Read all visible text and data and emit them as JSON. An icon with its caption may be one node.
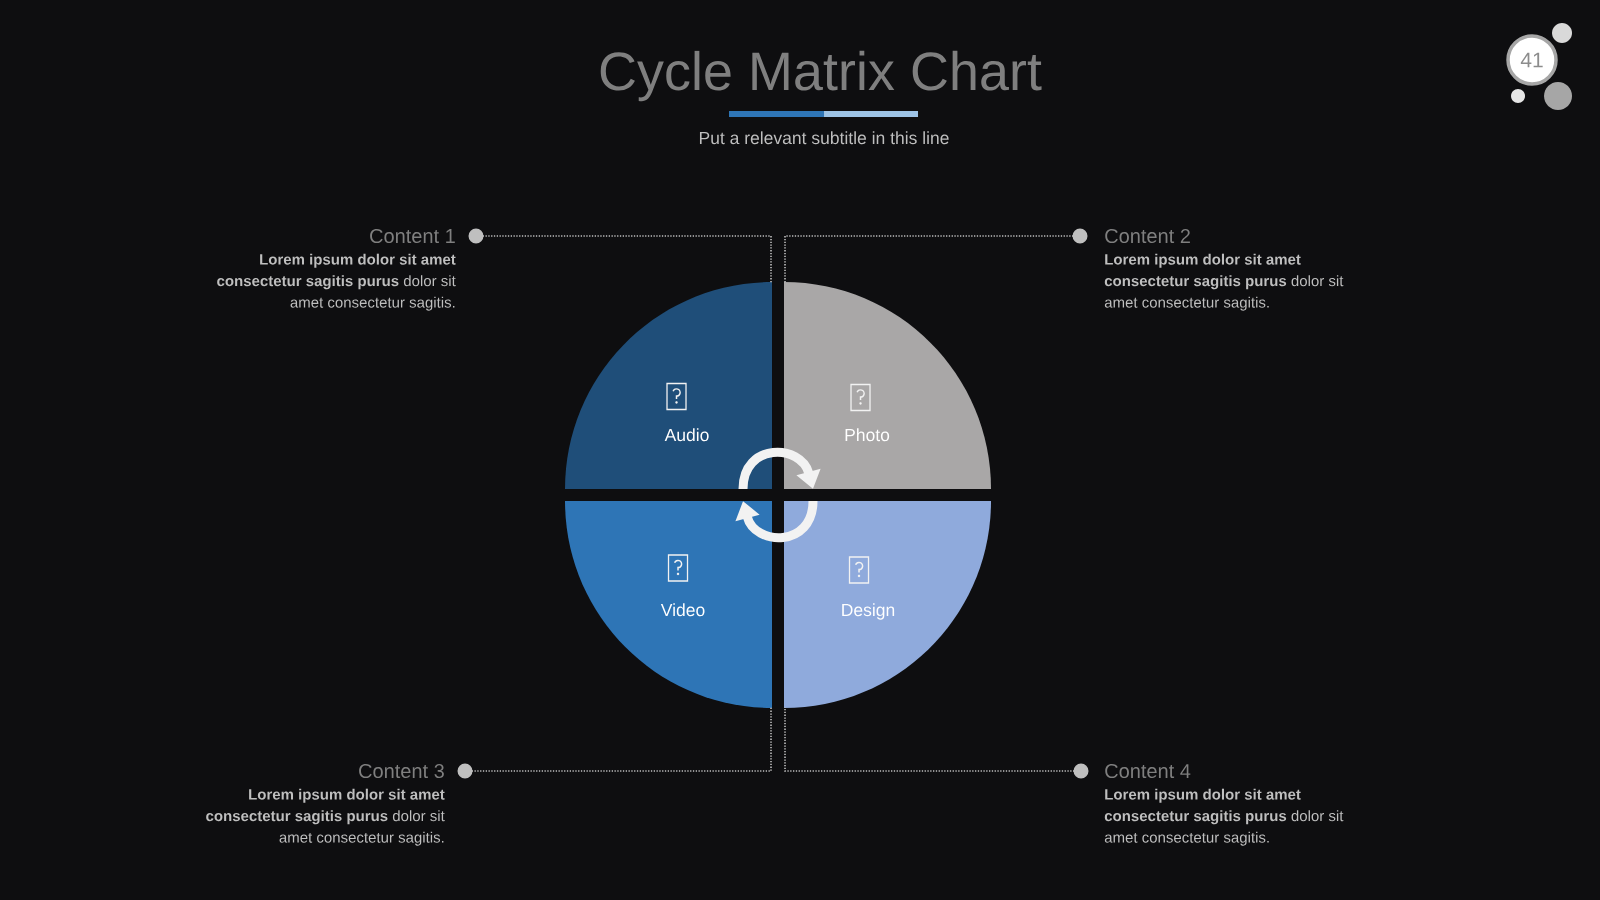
{
  "diagram": {
    "title": "Cycle Matrix Chart",
    "nodes": [
      {
        "text": [
          "41"
        ]
      },
      {
        "text": [
          "Content 1",
          "**Lorem ipsum dolor sit amet consectetur sagitis purus** dolor sit amet consectetur sagitis."
        ]
      },
      {
        "text": [
          "Content 2",
          "**Lorem ipsum dolor sit amet consectetur sagitis purus** dolor sit amet consectetur sagitis."
        ]
      },
      {
        "text": [
          "Audio"
        ]
      },
      {
        "text": [
          "Photo"
        ]
      },
      {
        "text": [
          "Video"
        ]
      },
      {
        "text": [
          "Design"
        ]
      },
      {
        "text": [
          "Content 3",
          "**Lorem ipsum dolor sit amet consectetur sagitis purus** dolor sit amet consectetur sagitis."
        ]
      },
      {
        "text": [
          "Content 4",
          "**Lorem ipsum dolor sit amet consectetur sagitis purus** dolor sit amet consectetur sagitis."
        ]
      }
    ],
    "edges": [
      {
        "from": 1,
        "to": 3,
        "arrow": "other",
        "style": "dashed"
      },
      {
        "from": 2,
        "to": 4,
        "arrow": "other",
        "style": "dashed"
      },
      {
        "from": 7,
        "to": 5,
        "arrow": "other",
        "style": "dashed"
      },
      {
        "from": 8,
        "to": 6,
        "arrow": "other",
        "style": "dashed"
      },
      {
        "from": 3,
        "to": 4,
        "arrow": "to",
        "style": "thick",
        "color": "#f2f2f2"
      },
      {
        "from": 6,
        "to": 5,
        "arrow": "to",
        "style": "thick",
        "color": "#f2f2f2"
      }
    ],
    "labels": [
      "Put a relevant subtitle in this line"
    ]
  }
}
